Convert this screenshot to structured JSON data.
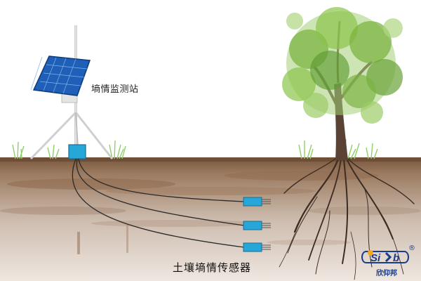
{
  "labels": {
    "station": "墒情监测站",
    "sensor": "土壤墒情传感器"
  },
  "logo": {
    "mark": "Si b",
    "name": "欣仰邦",
    "registered": "®",
    "color": "#1a3c8c"
  },
  "colors": {
    "soil": "#8a6448",
    "solar_panel": "#1f5fb8",
    "sensor": "#27a6d8",
    "foliage": "#7cb342",
    "cable": "#2b2b2b"
  }
}
